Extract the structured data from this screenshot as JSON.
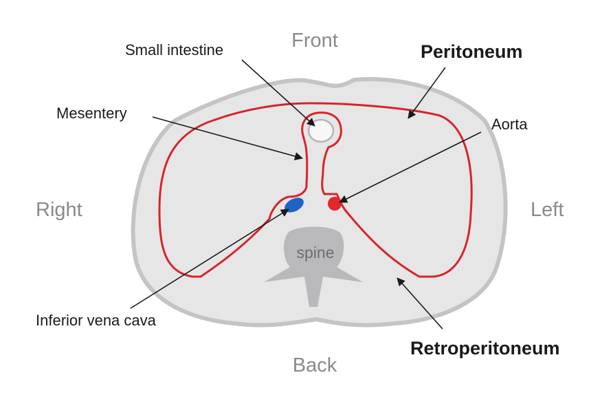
{
  "orientation": {
    "front": "Front",
    "back": "Back",
    "right": "Right",
    "left": "Left"
  },
  "labels": {
    "small_intestine": "Small intestine",
    "mesentery": "Mesentery",
    "aorta": "Aorta",
    "inferior_vena_cava": "Inferior vena cava",
    "spine": "spine",
    "peritoneum": "Peritoneum",
    "retroperitoneum": "Retroperitoneum"
  },
  "colors": {
    "body_fill": "#e6e6e7",
    "body_outline": "#c4c4c6",
    "peritoneum_line": "#d8232a",
    "aorta": "#e3262c",
    "vena_cava": "#1f63c4",
    "spine": "#b9b9bb",
    "arrow": "#1a1a1a"
  }
}
